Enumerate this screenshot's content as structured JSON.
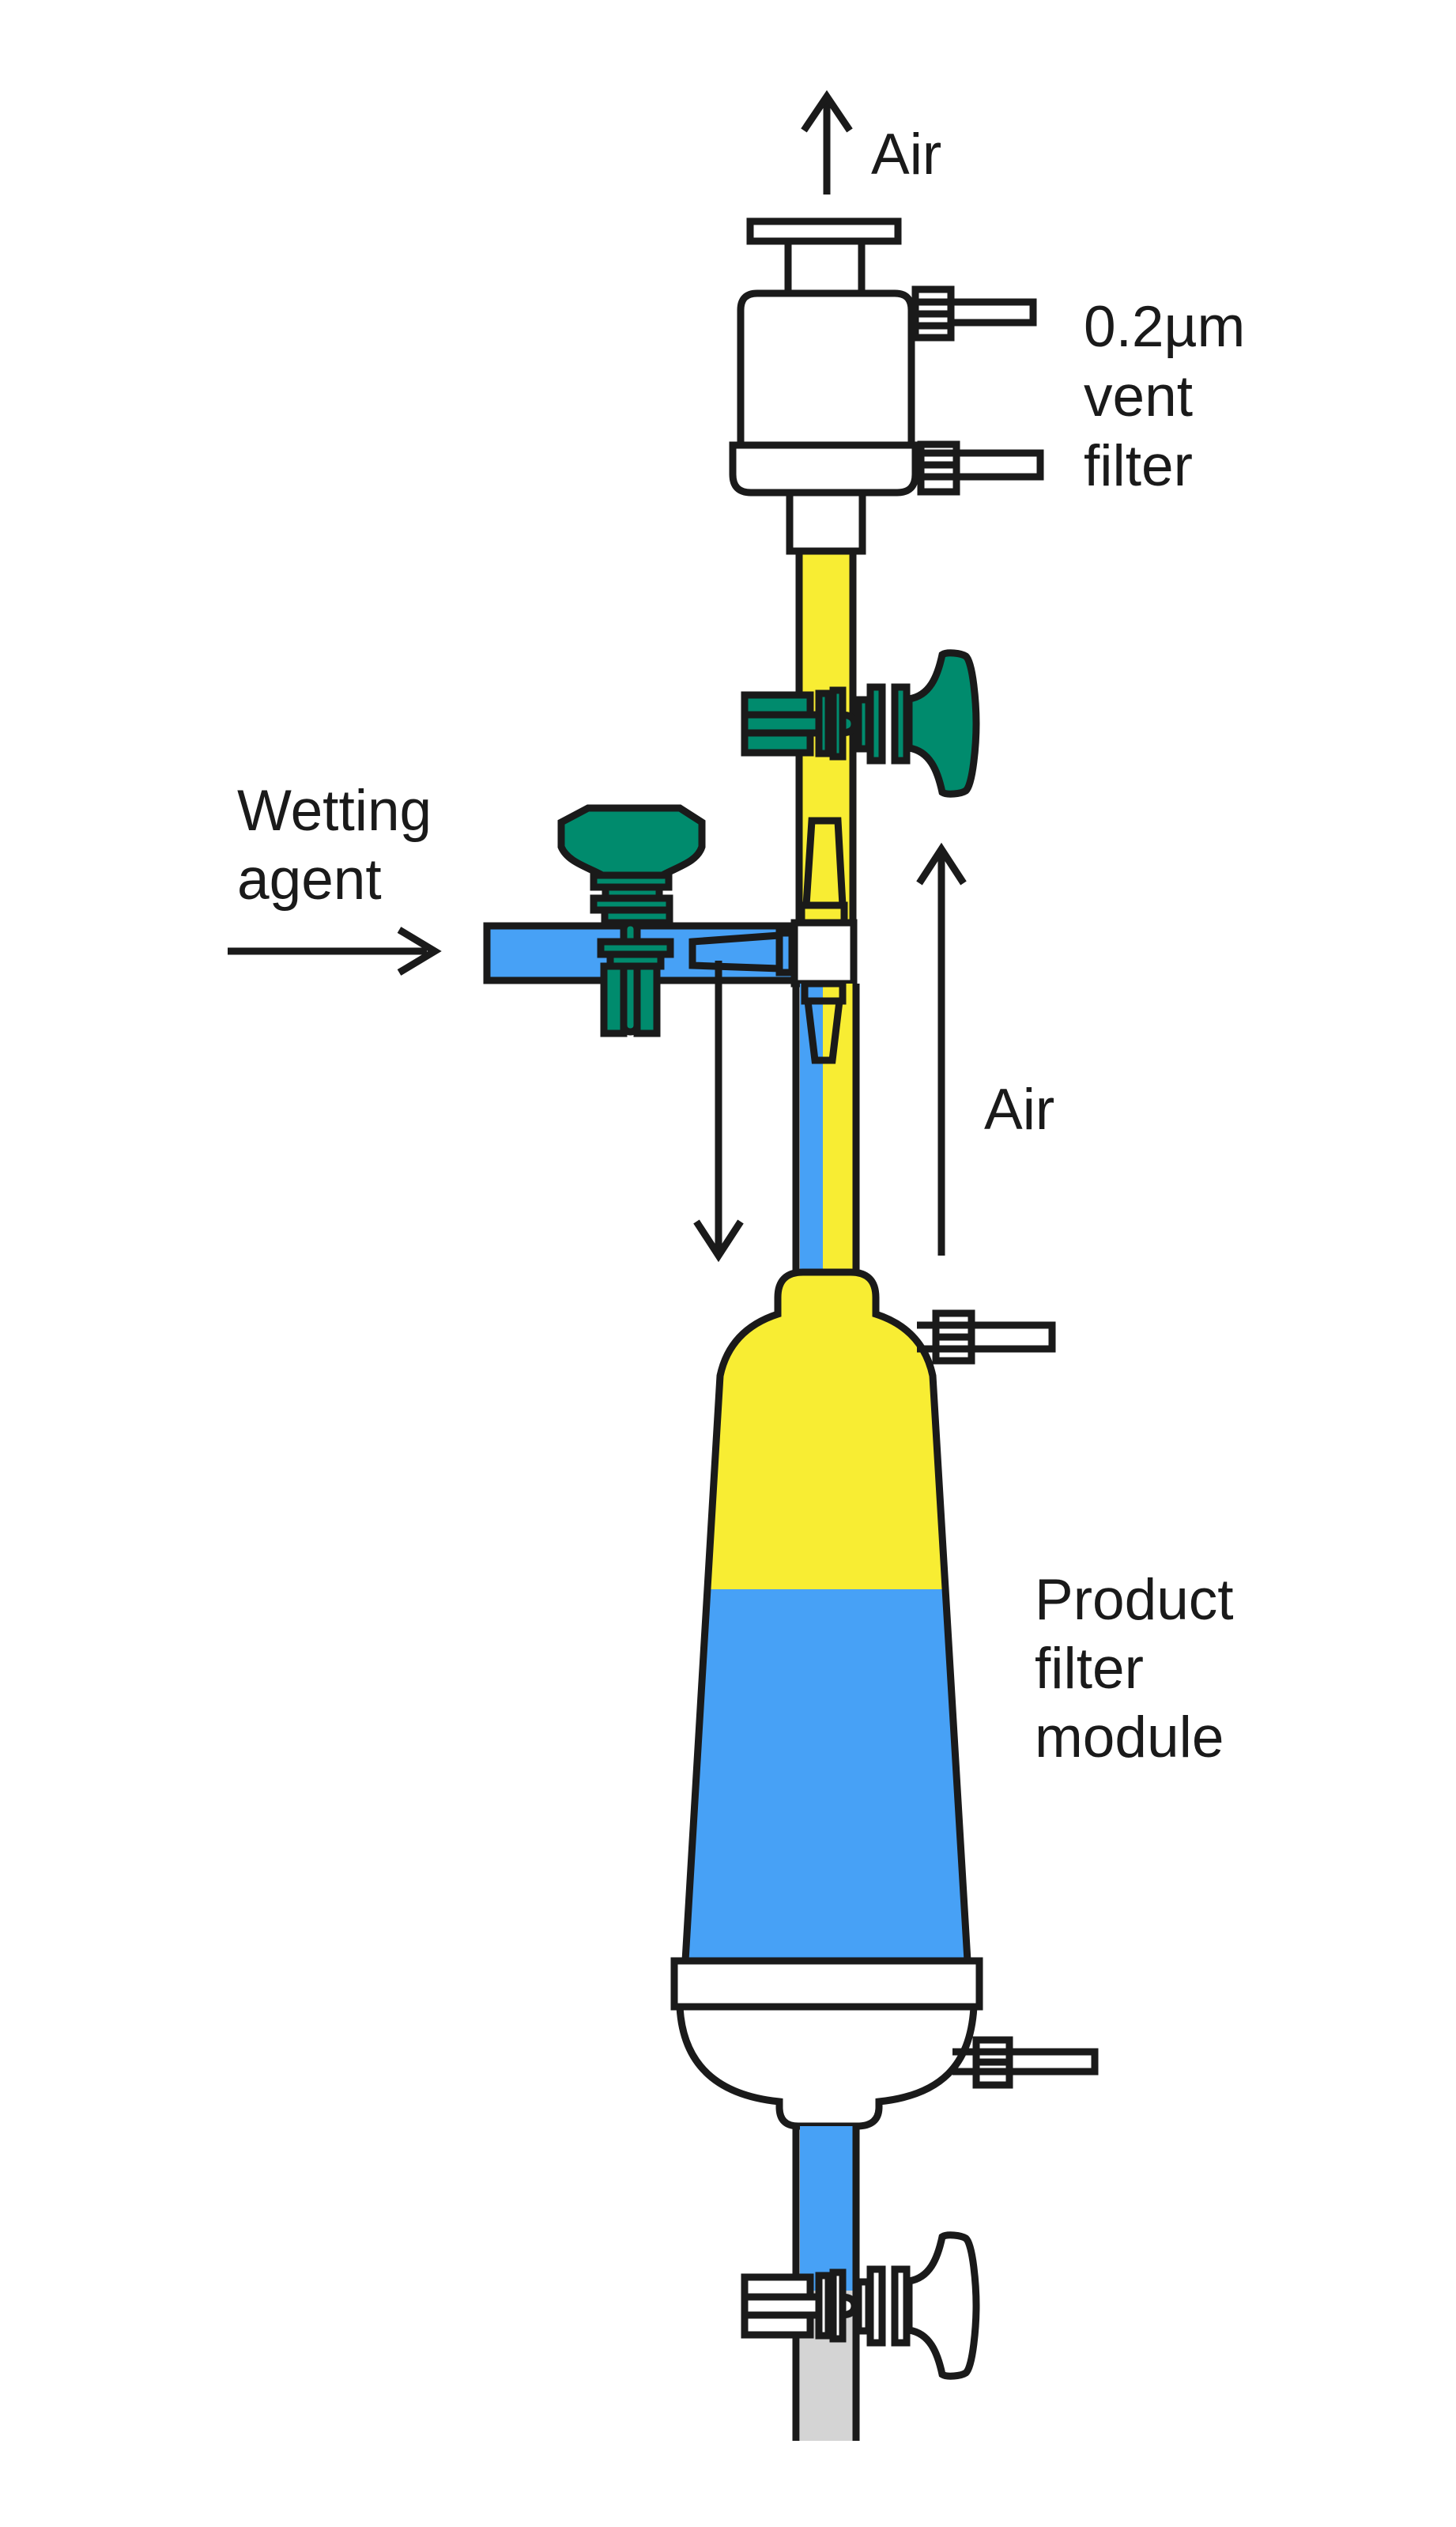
{
  "diagram": {
    "labels": {
      "air_out": "Air",
      "vent_filter": [
        "0.2µm",
        "vent",
        "filter"
      ],
      "wetting_agent": [
        "Wetting",
        "agent"
      ],
      "air_in": "Air",
      "product_filter": [
        "Product",
        "filter",
        "module"
      ]
    },
    "colors": {
      "air_yellow": "#F8ED33",
      "liquid_blue": "#47A1F6",
      "valve_green": "#008B6D",
      "empty_gray": "#D4D4D4",
      "outline_black": "#1A1A1A"
    }
  }
}
